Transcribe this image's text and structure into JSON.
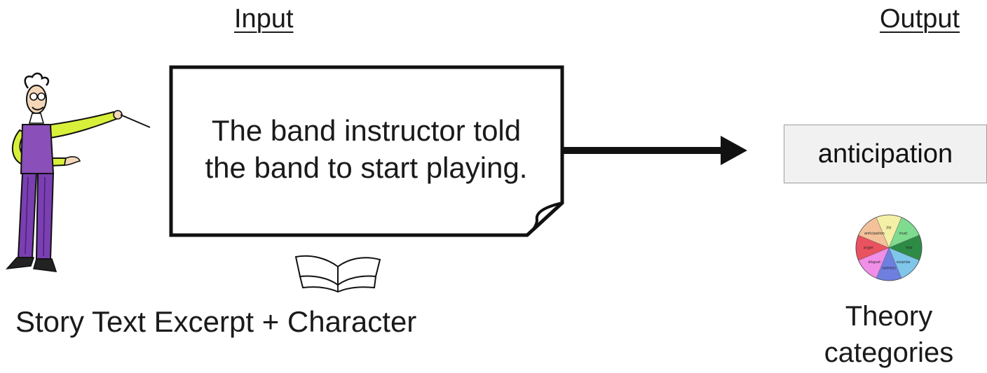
{
  "headings": {
    "input": "Input",
    "output": "Output"
  },
  "note": {
    "line1": "The band instructor told",
    "line2": "the band to start playing."
  },
  "output_label": "anticipation",
  "captions": {
    "left": "Story Text Excerpt + Character",
    "right_line1": "Theory",
    "right_line2": "categories"
  },
  "emotion_wheel": {
    "labels": [
      "joy",
      "trust",
      "fear",
      "surprise",
      "sadness",
      "disgust",
      "anger",
      "anticipation"
    ],
    "colors": [
      "#f5f0a8",
      "#7fdb8f",
      "#2e8b46",
      "#7fc6ea",
      "#6f7fe0",
      "#f08ee8",
      "#e9525f",
      "#f3c29a"
    ]
  },
  "icons": {
    "character": "conductor-illustration",
    "book": "open-book-icon",
    "arrow": "right-arrow",
    "wheel": "emotion-wheel"
  },
  "colors": {
    "stroke": "#111111",
    "output_box_fill": "#f1f1f1",
    "output_box_border": "#9c9c9c"
  }
}
